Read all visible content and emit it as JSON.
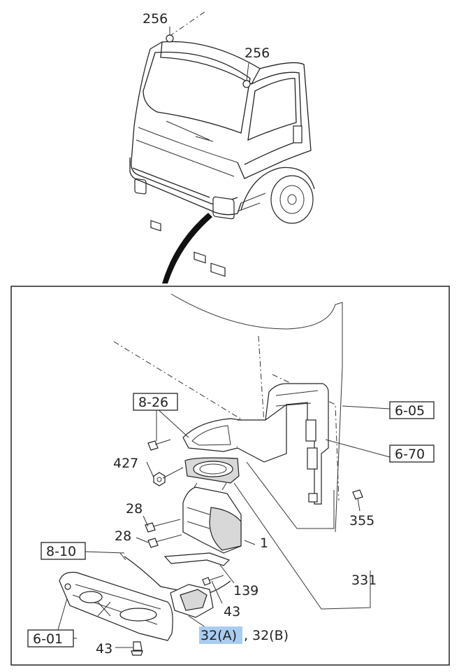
{
  "callouts": {
    "c256_top": "256",
    "c256_right": "256",
    "c8_26": "8-26",
    "c427": "427",
    "c28_a": "28",
    "c28_b": "28",
    "c8_10": "8-10",
    "c6_01": "6-01",
    "c43_bottom": "43",
    "c6_05": "6-05",
    "c6_70": "6-70",
    "c355": "355",
    "c1": "1",
    "c139": "139",
    "c43_mid": "43",
    "c331": "331",
    "c32a": "32(A)",
    "c32_sep": ",",
    "c32b": "32(B)"
  },
  "colors": {
    "highlight": "#a9cdf0",
    "line": "#222222"
  }
}
